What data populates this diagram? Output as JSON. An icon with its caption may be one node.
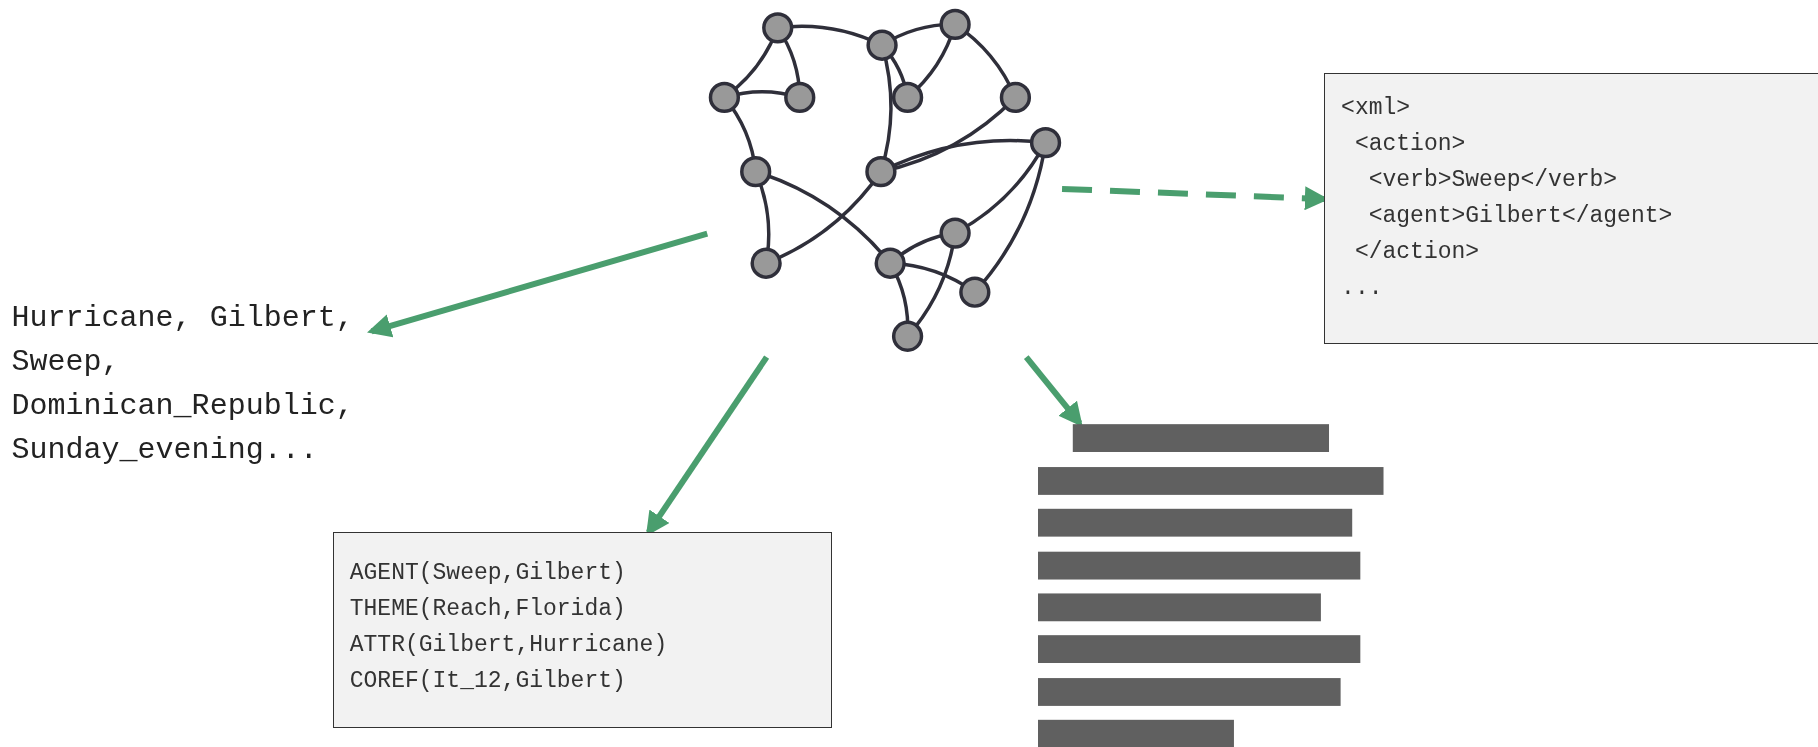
{
  "diagram": {
    "nodes": [
      {
        "text": [],
        "shape": "picture"
      },
      {
        "text": [
          "Hurricane, Gilbert, Sweep, Dominican_Republic, Sunday_evening..."
        ]
      },
      {
        "text": [
          "AGENT(Sweep,Gilbert) THEME(Reach,Florida) ATTR(Gilbert,Hurricane) COREF(It_12,Gilbert)"
        ]
      },
      {
        "text": [],
        "shape": "picture"
      },
      {
        "text": [
          "<xml>",
          "<action>",
          "<verb>Sweep</verb>",
          "<agent>Gilbert</agent>",
          "</action>",
          "..."
        ]
      }
    ],
    "edges": [
      {
        "from": 0,
        "to": 1,
        "arrow": "to"
      },
      {
        "from": 0,
        "to": 2,
        "arrow": "to"
      },
      {
        "from": 0,
        "to": 3,
        "arrow": "to"
      },
      {
        "from": 0,
        "to": 4,
        "arrow": "to",
        "style": "dashed"
      }
    ]
  }
}
